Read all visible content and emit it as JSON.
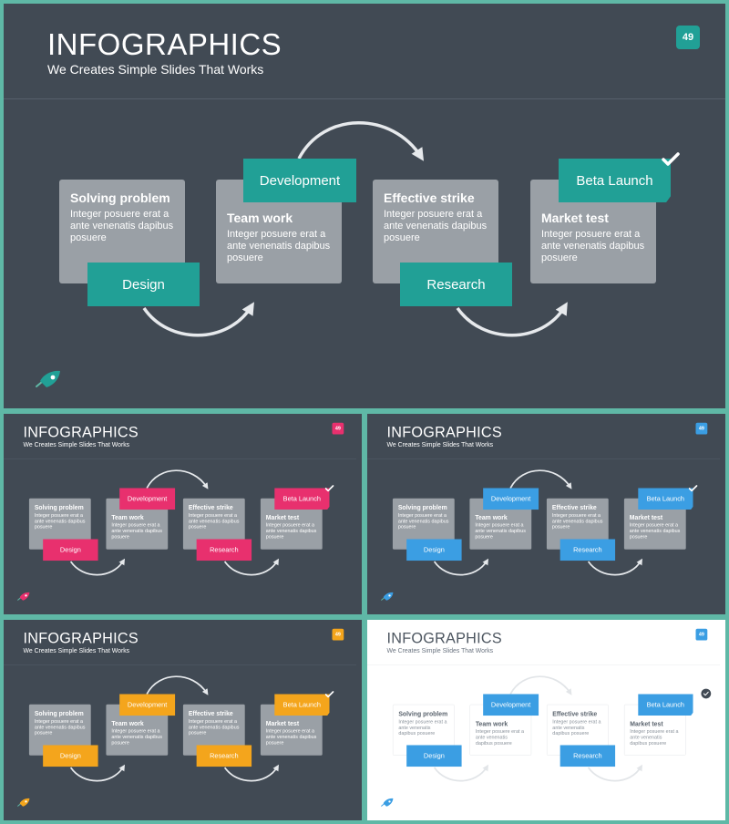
{
  "title": "INFOGRAPHICS",
  "subtitle": "We Creates Simple Slides That Works",
  "slide_number": "49",
  "steps": {
    "solving": {
      "title": "Solving problem",
      "body": "Integer posuere erat a ante venenatis dapibus posuere"
    },
    "teamwork": {
      "title": "Team work",
      "body": "Integer posuere erat a ante venenatis dapibus posuere"
    },
    "effective": {
      "title": "Effective strike",
      "body": "Integer posuere erat a ante venenatis dapibus posuere"
    },
    "market": {
      "title": "Market test",
      "body": "Integer posuere erat a ante venenatis dapibus posuere"
    }
  },
  "tags": {
    "design": "Design",
    "development": "Development",
    "research": "Research",
    "beta": "Beta Launch"
  },
  "icons": [
    "rocket-icon",
    "checkmark-icon"
  ],
  "variants": [
    {
      "theme": "dark",
      "accent": "#21a096"
    },
    {
      "theme": "dark",
      "accent": "#e8306e"
    },
    {
      "theme": "dark",
      "accent": "#3b9ee3"
    },
    {
      "theme": "dark",
      "accent": "#f4a51c"
    },
    {
      "theme": "light",
      "accent": "#3b9ee3"
    }
  ]
}
